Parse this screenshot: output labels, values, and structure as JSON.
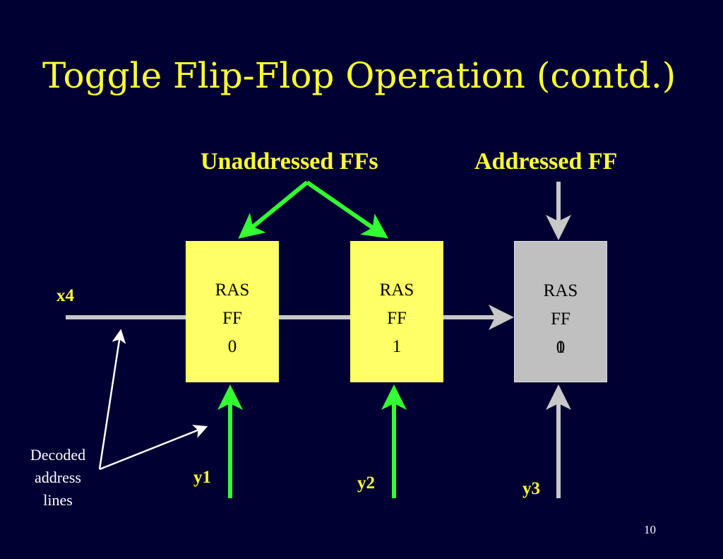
{
  "title": "Toggle Flip-Flop Operation (contd.)",
  "labels": {
    "unaddressed": "Unaddressed FFs",
    "addressed": "Addressed FF",
    "x4": "x4",
    "y1": "y1",
    "y2": "y2",
    "y3": "y3"
  },
  "flip_flops": [
    {
      "line1": "RAS",
      "line2": "FF",
      "state": "0"
    },
    {
      "line1": "RAS",
      "line2": "FF",
      "state": "1"
    },
    {
      "line1": "RAS",
      "line2": "FF",
      "state_a": "1",
      "state_b": "0"
    }
  ],
  "decoded_label": [
    "Decoded",
    "address",
    "lines"
  ],
  "page_number": "10",
  "colors": {
    "background": "#000033",
    "text_yellow": "#ffff33",
    "box_yellow": "#ffff66",
    "box_gray": "#c0c0c0",
    "arrow_green": "#33ff33",
    "arrow_gray": "#c8c8c8",
    "arrow_white": "#ffffff"
  }
}
